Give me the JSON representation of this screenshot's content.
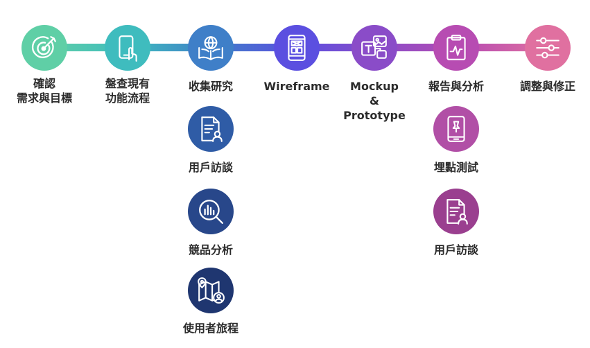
{
  "colors": {
    "step1": "#5fcfa6",
    "step2": "#3fbcbe",
    "step3": "#3f7fc8",
    "step4": "#5b4fe0",
    "step5": "#8a4cc8",
    "step6": "#b74cb2",
    "step7": "#e070a0",
    "sub_research_1": "#2f5ca6",
    "sub_research_2": "#28478a",
    "sub_research_3": "#1f3670",
    "sub_analysis_1": "#b14fa6",
    "sub_analysis_2": "#9a3f8f",
    "label_text": "#2b2b2b"
  },
  "steps": [
    {
      "id": "s1",
      "icon": "target-icon",
      "label": [
        "確認",
        "需求與目標"
      ]
    },
    {
      "id": "s2",
      "icon": "phone-tap-icon",
      "label": [
        "盤查現有",
        "功能流程"
      ]
    },
    {
      "id": "s3",
      "icon": "open-book-globe-icon",
      "label": [
        "收集研究"
      ]
    },
    {
      "id": "s4",
      "icon": "wireframe-phone-icon",
      "label": [
        "Wireframe"
      ]
    },
    {
      "id": "s5",
      "icon": "design-canvas-icon",
      "label": [
        "Mockup",
        "&",
        "Prototype"
      ]
    },
    {
      "id": "s6",
      "icon": "clipboard-chart-icon",
      "label": [
        "報告與分析"
      ]
    },
    {
      "id": "s7",
      "icon": "sliders-icon",
      "label": [
        "調整與修正"
      ]
    }
  ],
  "research_substeps": [
    {
      "icon": "document-user-icon",
      "label": "用戶訪談"
    },
    {
      "icon": "chart-magnifier-icon",
      "label": "競品分析"
    },
    {
      "icon": "map-pin-user-icon",
      "label": "使用者旅程"
    }
  ],
  "analysis_substeps": [
    {
      "icon": "phone-pin-icon",
      "label": "埋點測試"
    },
    {
      "icon": "document-user-icon",
      "label": "用戶訪談"
    }
  ]
}
